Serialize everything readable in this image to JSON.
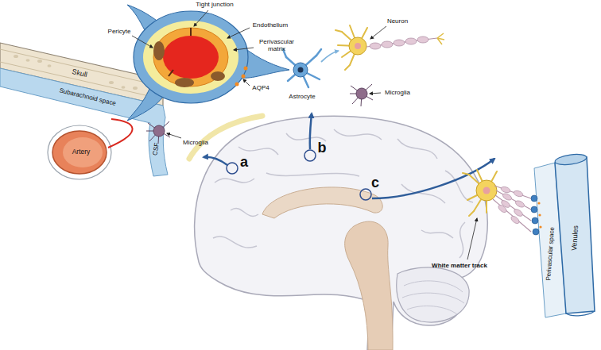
{
  "diagram": {
    "labels": [
      "Tight junction",
      "Endothelium",
      "Pericyte",
      "Perivascular matrix",
      "AQP4",
      "Neuron",
      "Astrocyte",
      "Microglia",
      "Microglia",
      "Skull",
      "Subarachnoid space",
      "CSF",
      "Artery",
      "a",
      "b",
      "c",
      "White matter track",
      "Perivascular space",
      "Venules"
    ]
  }
}
